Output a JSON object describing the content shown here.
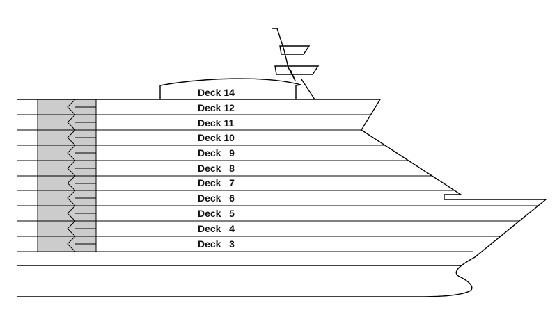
{
  "colors": {
    "background": "#ffffff",
    "outline": "#000000",
    "column_fill": "#cccccc"
  },
  "decks": [
    {
      "label": "Deck 14"
    },
    {
      "label": "Deck 12"
    },
    {
      "label": "Deck 11"
    },
    {
      "label": "Deck 10"
    },
    {
      "label": "Deck   9"
    },
    {
      "label": "Deck   8"
    },
    {
      "label": "Deck   7"
    },
    {
      "label": "Deck   6"
    },
    {
      "label": "Deck   5"
    },
    {
      "label": "Deck   4"
    },
    {
      "label": "Deck   3"
    }
  ]
}
